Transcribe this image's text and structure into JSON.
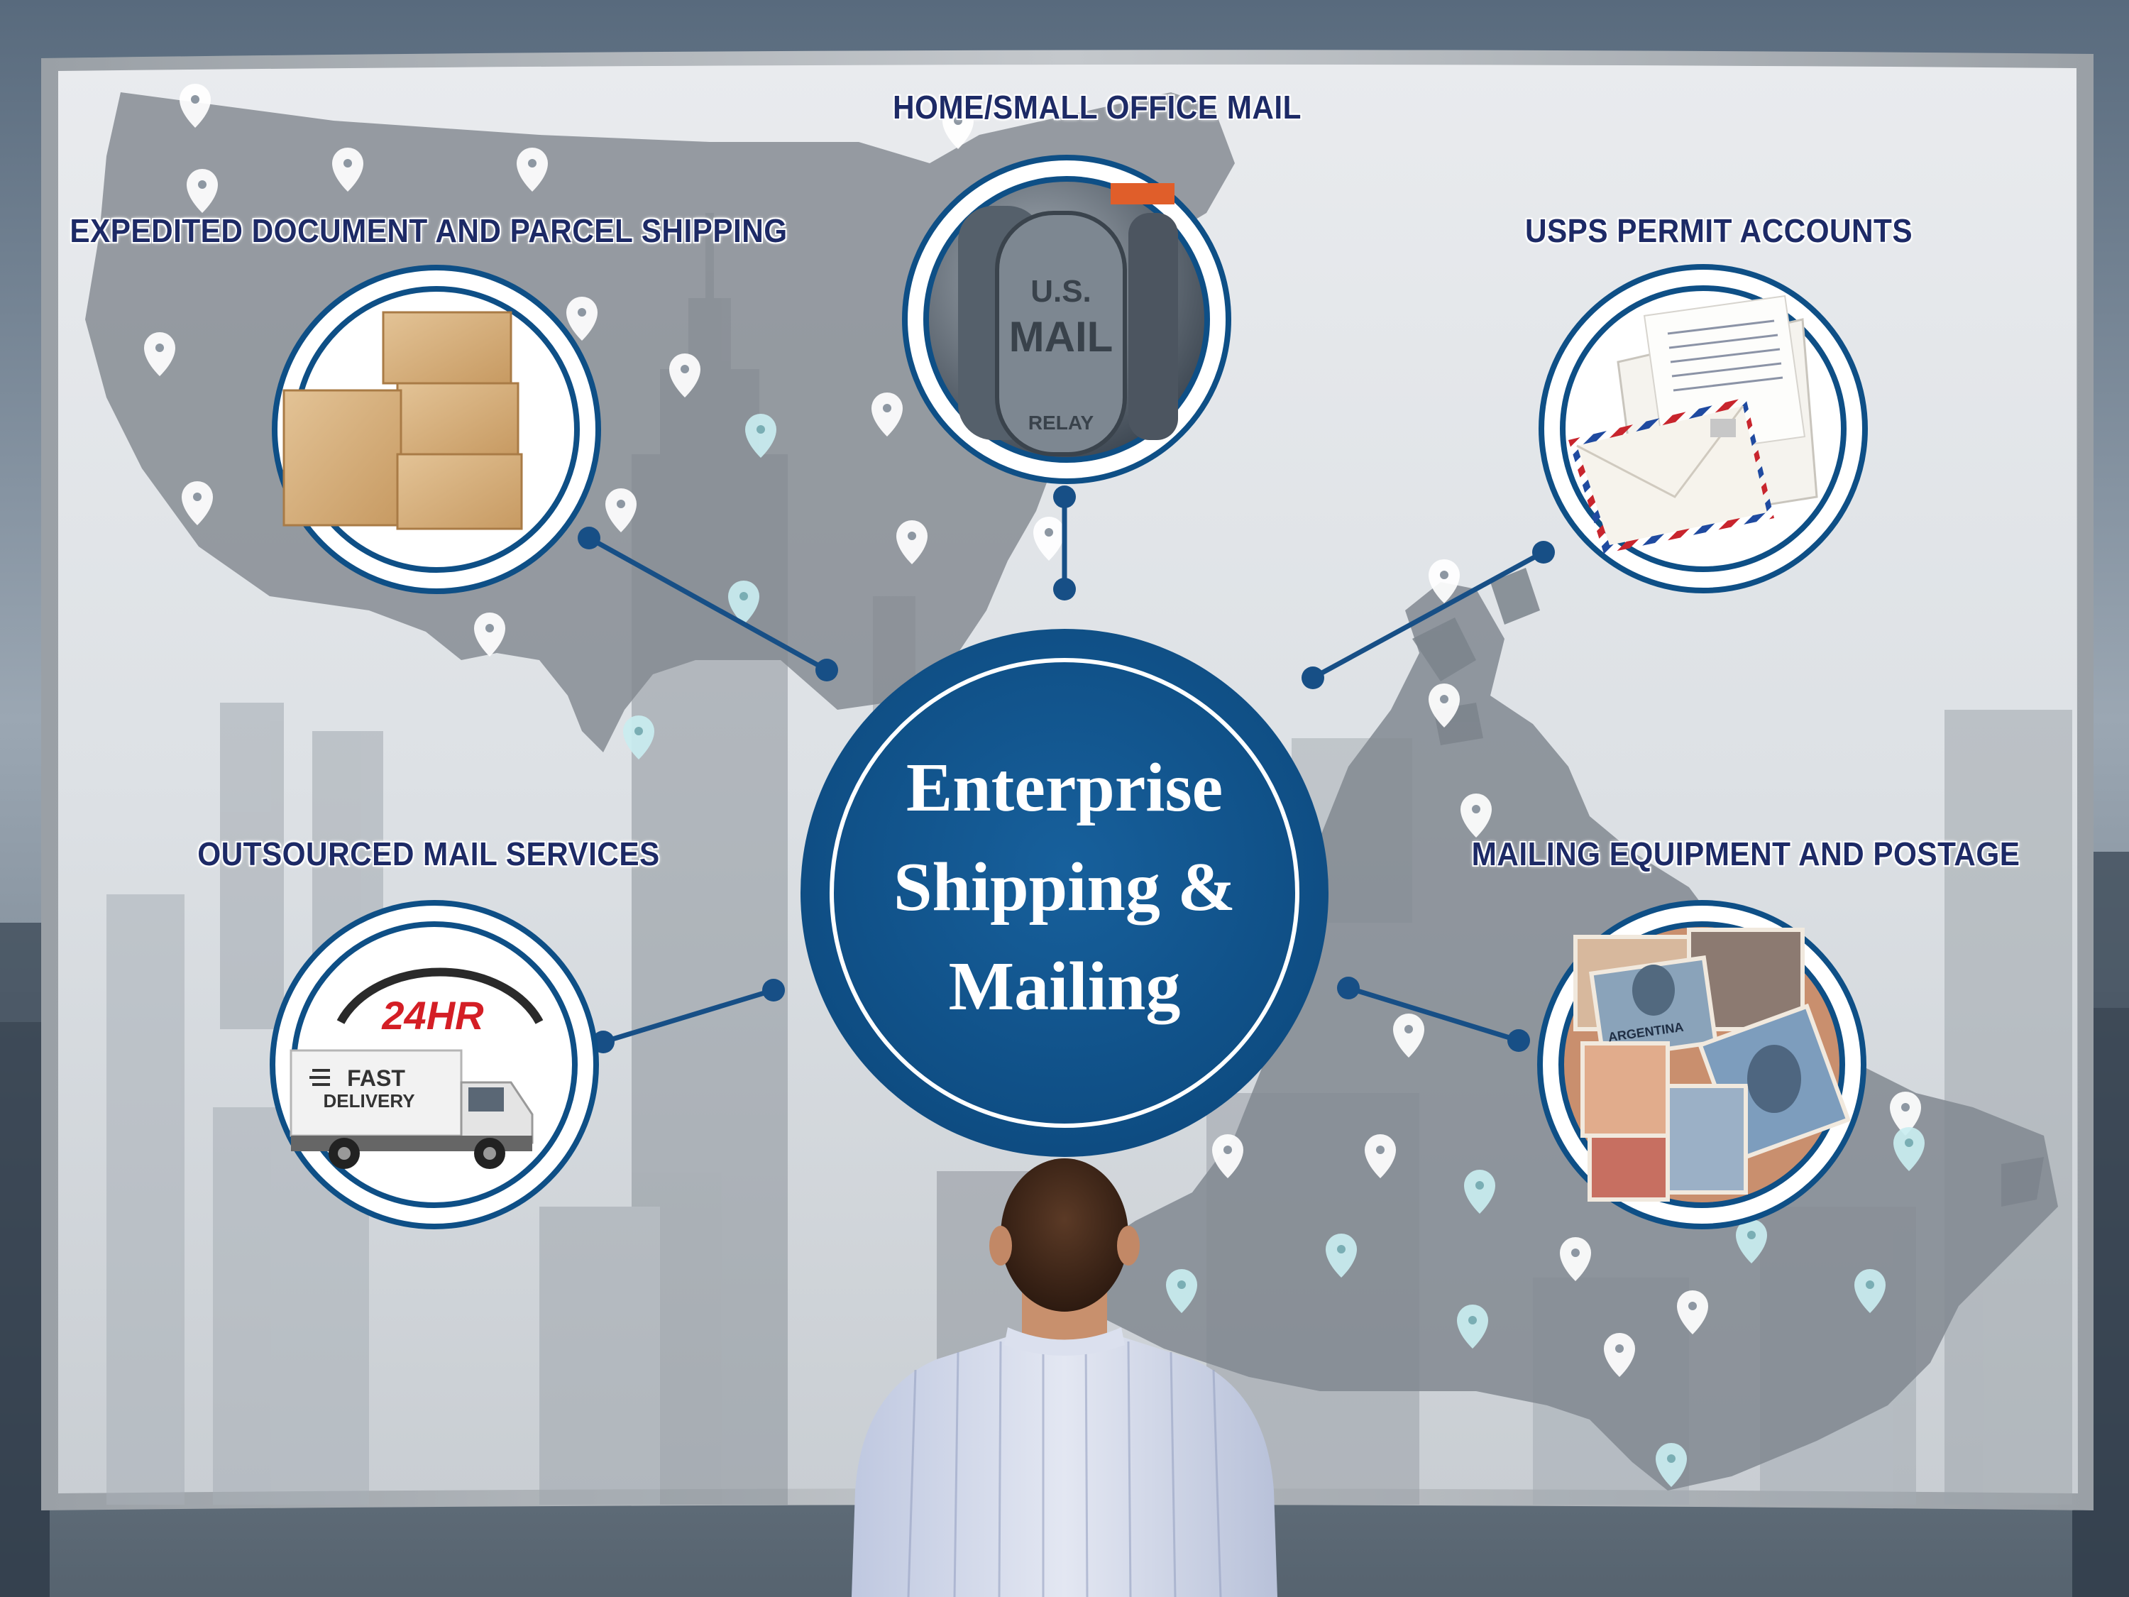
{
  "title": {
    "line1": "Enterprise",
    "line2": "Shipping &",
    "line3": "Mailing"
  },
  "services": [
    {
      "id": "home-small-office-mail",
      "label": "HOME/SMALL OFFICE MAIL",
      "icon": "mailbox-icon"
    },
    {
      "id": "expedited-shipping",
      "label": "EXPEDITED DOCUMENT AND PARCEL SHIPPING",
      "icon": "boxes-icon"
    },
    {
      "id": "usps-permit-accounts",
      "label": "USPS PERMIT ACCOUNTS",
      "icon": "envelope-icon"
    },
    {
      "id": "outsourced-mail-services",
      "label": "OUTSOURCED MAIL SERVICES",
      "icon": "delivery-truck-icon"
    },
    {
      "id": "mailing-equipment-postage",
      "label": "MAILING EQUIPMENT AND POSTAGE",
      "icon": "stamps-icon"
    }
  ],
  "illustrations": {
    "mailbox_text_line1": "U.S.",
    "mailbox_text_line2": "MAIL",
    "mailbox_relay": "RELAY",
    "truck_badge": "24HR",
    "truck_text_line1": "FAST",
    "truck_text_line2": "DELIVERY",
    "stamp_text": "ARGENTINA"
  },
  "colors": {
    "navy": "#0e4f86",
    "label_navy": "#1d2a66",
    "ring": "#0e4f86",
    "pin": "#ffffff",
    "pin_teal": "#cdeef0"
  }
}
